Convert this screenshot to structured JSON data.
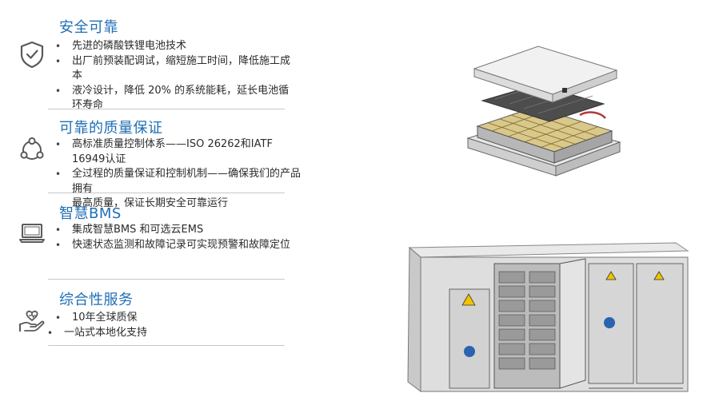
{
  "sections": [
    {
      "title": "安全可靠",
      "icon": "shield-check-icon",
      "bullets": [
        "先进的磷酸铁锂电池技术",
        "出厂前预装配调试，缩短施工时间，降低施工成本",
        "液冷设计，降低 20% 的系统能耗，延长电池循环寿命"
      ]
    },
    {
      "title": "可靠的质量保证",
      "icon": "network-cycle-icon",
      "bullets": [
        "高标准质量控制体系——ISO 26262和IATF 16949认证",
        "全过程的质量保证和控制机制——确保我们的产品拥有",
        "最高质量，保证长期安全可靠运行"
      ]
    },
    {
      "title": "智慧BMS",
      "icon": "laptop-icon",
      "bullets": [
        "集成智慧BMS 和可选云EMS",
        "快速状态监测和故障记录可实现预警和故障定位"
      ]
    },
    {
      "title": "综合性服务",
      "icon": "hand-heart-icon",
      "bullets": [
        "10年全球质保",
        "一站式本地化支持"
      ]
    }
  ],
  "images": {
    "battery_pack": "liquid-cooled-battery-pack",
    "container": "energy-storage-container"
  },
  "colors": {
    "accent": "#1f6fb4",
    "divider": "#c8c8c8",
    "icon": "#5a5a5a"
  }
}
